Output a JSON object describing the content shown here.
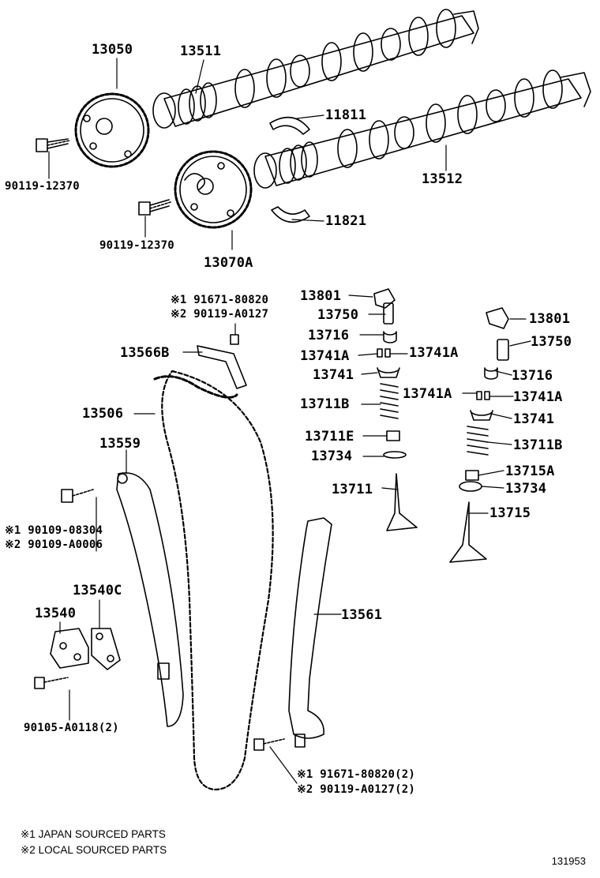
{
  "labels": {
    "p13050": "13050",
    "p13511": "13511",
    "p11811": "11811",
    "p13512": "13512",
    "p11821": "11821",
    "p13070A": "13070A",
    "b1_90119_12370": "90119-12370",
    "b2_90119_12370": "90119-12370",
    "p13801_l": "13801",
    "p13750_l": "13750",
    "p13716_l": "13716",
    "p13741A_l1": "13741A",
    "p13741A_l2": "13741A",
    "p13741_l": "13741",
    "p13711B_l": "13711B",
    "p13711E": "13711E",
    "p13734_l": "13734",
    "p13711": "13711",
    "p13801_r": "13801",
    "p13750_r": "13750",
    "p13716_r": "13716",
    "p13741A_r1": "13741A",
    "p13741A_r2": "13741A",
    "p13741_r": "13741",
    "p13711B_r": "13711B",
    "p13715A": "13715A",
    "p13734_r": "13734",
    "p13715": "13715",
    "top_bolt_1": "※1 91671-80820",
    "top_bolt_2": "※2 90119-A0127",
    "p13566B": "13566B",
    "p13506": "13506",
    "p13559": "13559",
    "piv_bolt_1": "※1 90109-08304",
    "piv_bolt_2": "※2 90109-A0006",
    "p13540C": "13540C",
    "p13540": "13540",
    "b_90105": "90105-A0118(2)",
    "p13561": "13561",
    "gd_bolt_1": "※1 91671-80820(2)",
    "gd_bolt_2": "※2 90119-A0127(2)"
  },
  "notes": {
    "note1": "※1 JAPAN SOURCED PARTS",
    "note2": "※2 LOCAL SOURCED PARTS"
  },
  "figure_code": "131953"
}
